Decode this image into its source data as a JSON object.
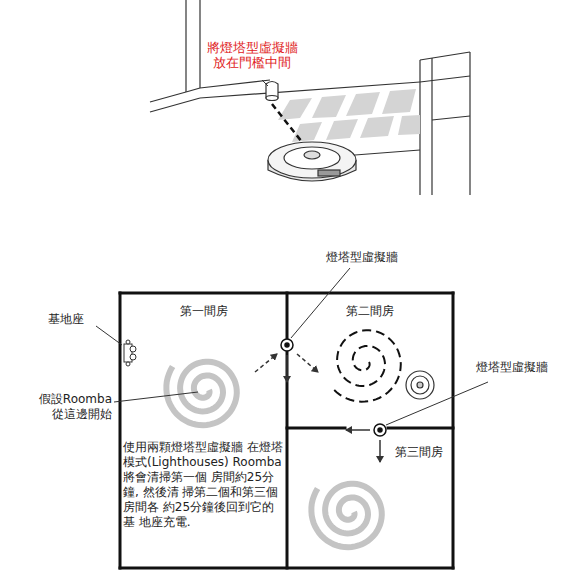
{
  "diagram": {
    "nodes": [
      {
        "text": [
          "第一間房"
        ]
      },
      {
        "text": [
          "第二間房"
        ]
      },
      {
        "text": [
          "第三間房"
        ]
      }
    ],
    "labels": [
      "將燈塔型虛擬牆 放在門檻中間",
      "燈塔型虛擬牆",
      "基地座",
      "假設Roomba 從這邊開始",
      "燈塔型虛擬牆",
      "使用兩顆燈塔型虛擬牆 在燈塔模式(Lighthouses) Roomba 將會清掃第一個 房間約25分鐘, 然後清 掃第二個和第三個房間各 約25分鐘後回到它的基 地座充電."
    ]
  }
}
